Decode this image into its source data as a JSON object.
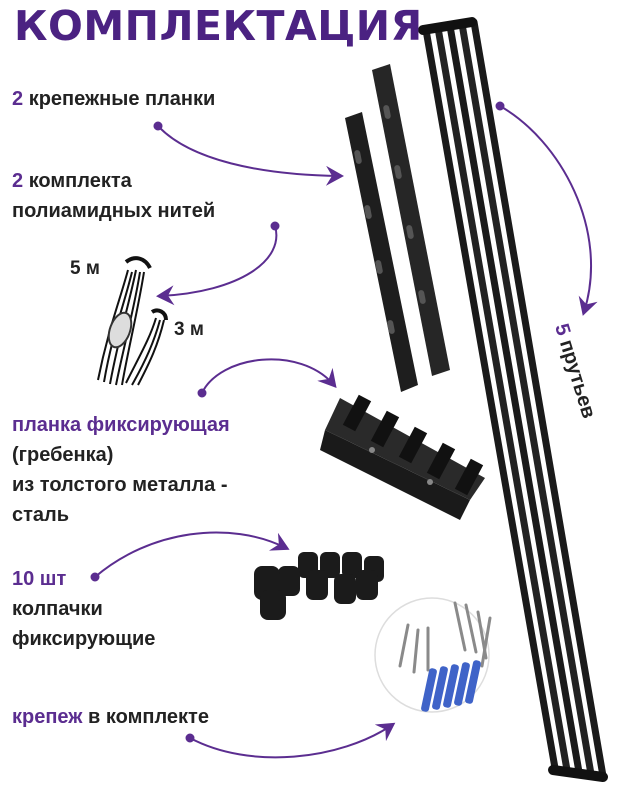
{
  "title": "КОМПЛЕКТАЦИЯ",
  "items": {
    "strips": {
      "count": "2",
      "text": "крепежные планки"
    },
    "threads": {
      "count": "2",
      "line1": "комплекта",
      "line2": "полиамидных нитей"
    },
    "thread_lengths": {
      "a": "5 м",
      "b": "3 м"
    },
    "comb": {
      "accent": "планка фиксирующая",
      "line2": "(гребенка)",
      "line3": "из толстого металла -",
      "line4": "сталь"
    },
    "caps": {
      "count": "10 шт",
      "line2": "колпачки",
      "line3": "фиксирующие"
    },
    "fasteners": {
      "accent": "крепеж",
      "rest": "в комплекте"
    },
    "rods": {
      "count": "5",
      "text": "прутьев"
    }
  },
  "colors": {
    "accent": "#5b2d90",
    "title": "#4b2282",
    "text": "#222222",
    "metal": "#1c1c1c",
    "dowel": "#3f63c8"
  }
}
